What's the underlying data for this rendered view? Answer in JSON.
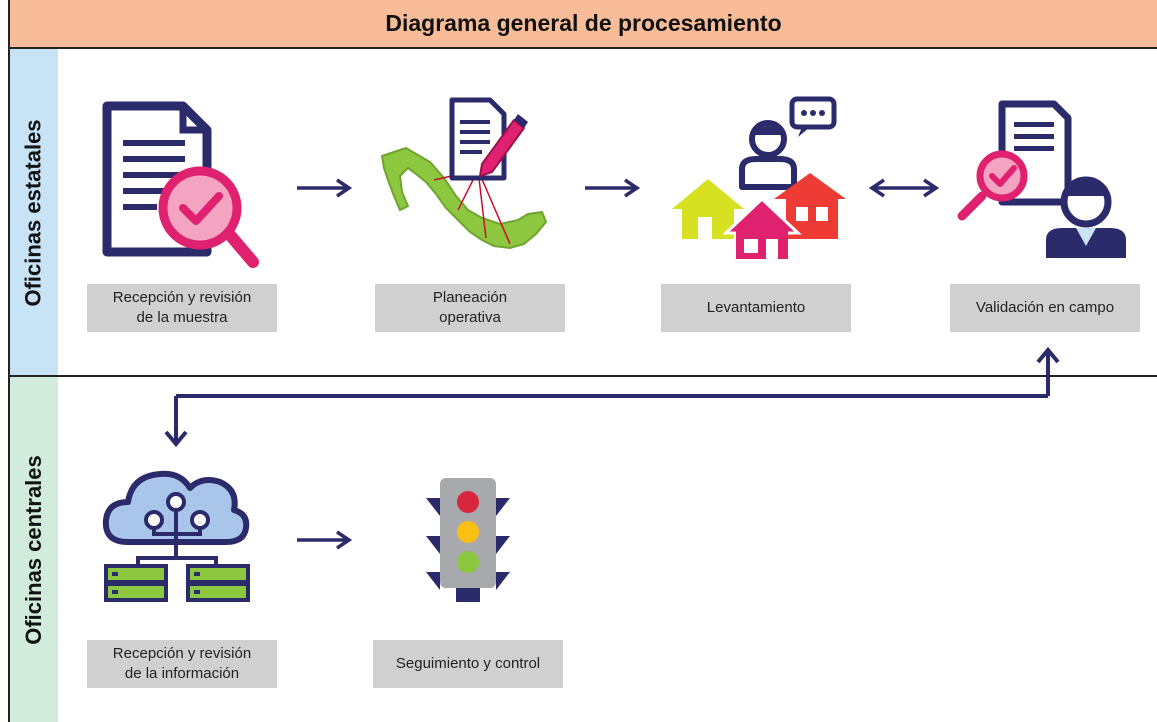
{
  "title": "Diagrama general de procesamiento",
  "lanes": {
    "estatales": "Oficinas estatales",
    "centrales": "Oficinas centrales"
  },
  "steps": {
    "recepcion_muestra": {
      "line1": "Recepción y revisión",
      "line2": "de la muestra"
    },
    "planeacion": {
      "line1": "Planeación",
      "line2": "operativa"
    },
    "levantamiento": "Levantamiento",
    "validacion": "Validación en campo",
    "recepcion_informacion": {
      "line1": "Recepción y revisión",
      "line2": "de la información"
    },
    "seguimiento": "Seguimiento y control"
  },
  "colors": {
    "header_bg": "#f8bd98",
    "lane_estatales_bg": "#c7e3f5",
    "lane_centrales_bg": "#d1ebdd",
    "navy": "#2b2a6b",
    "magenta": "#e0216f",
    "green": "#8dc63f",
    "caption_bg": "#d0d0d0"
  }
}
